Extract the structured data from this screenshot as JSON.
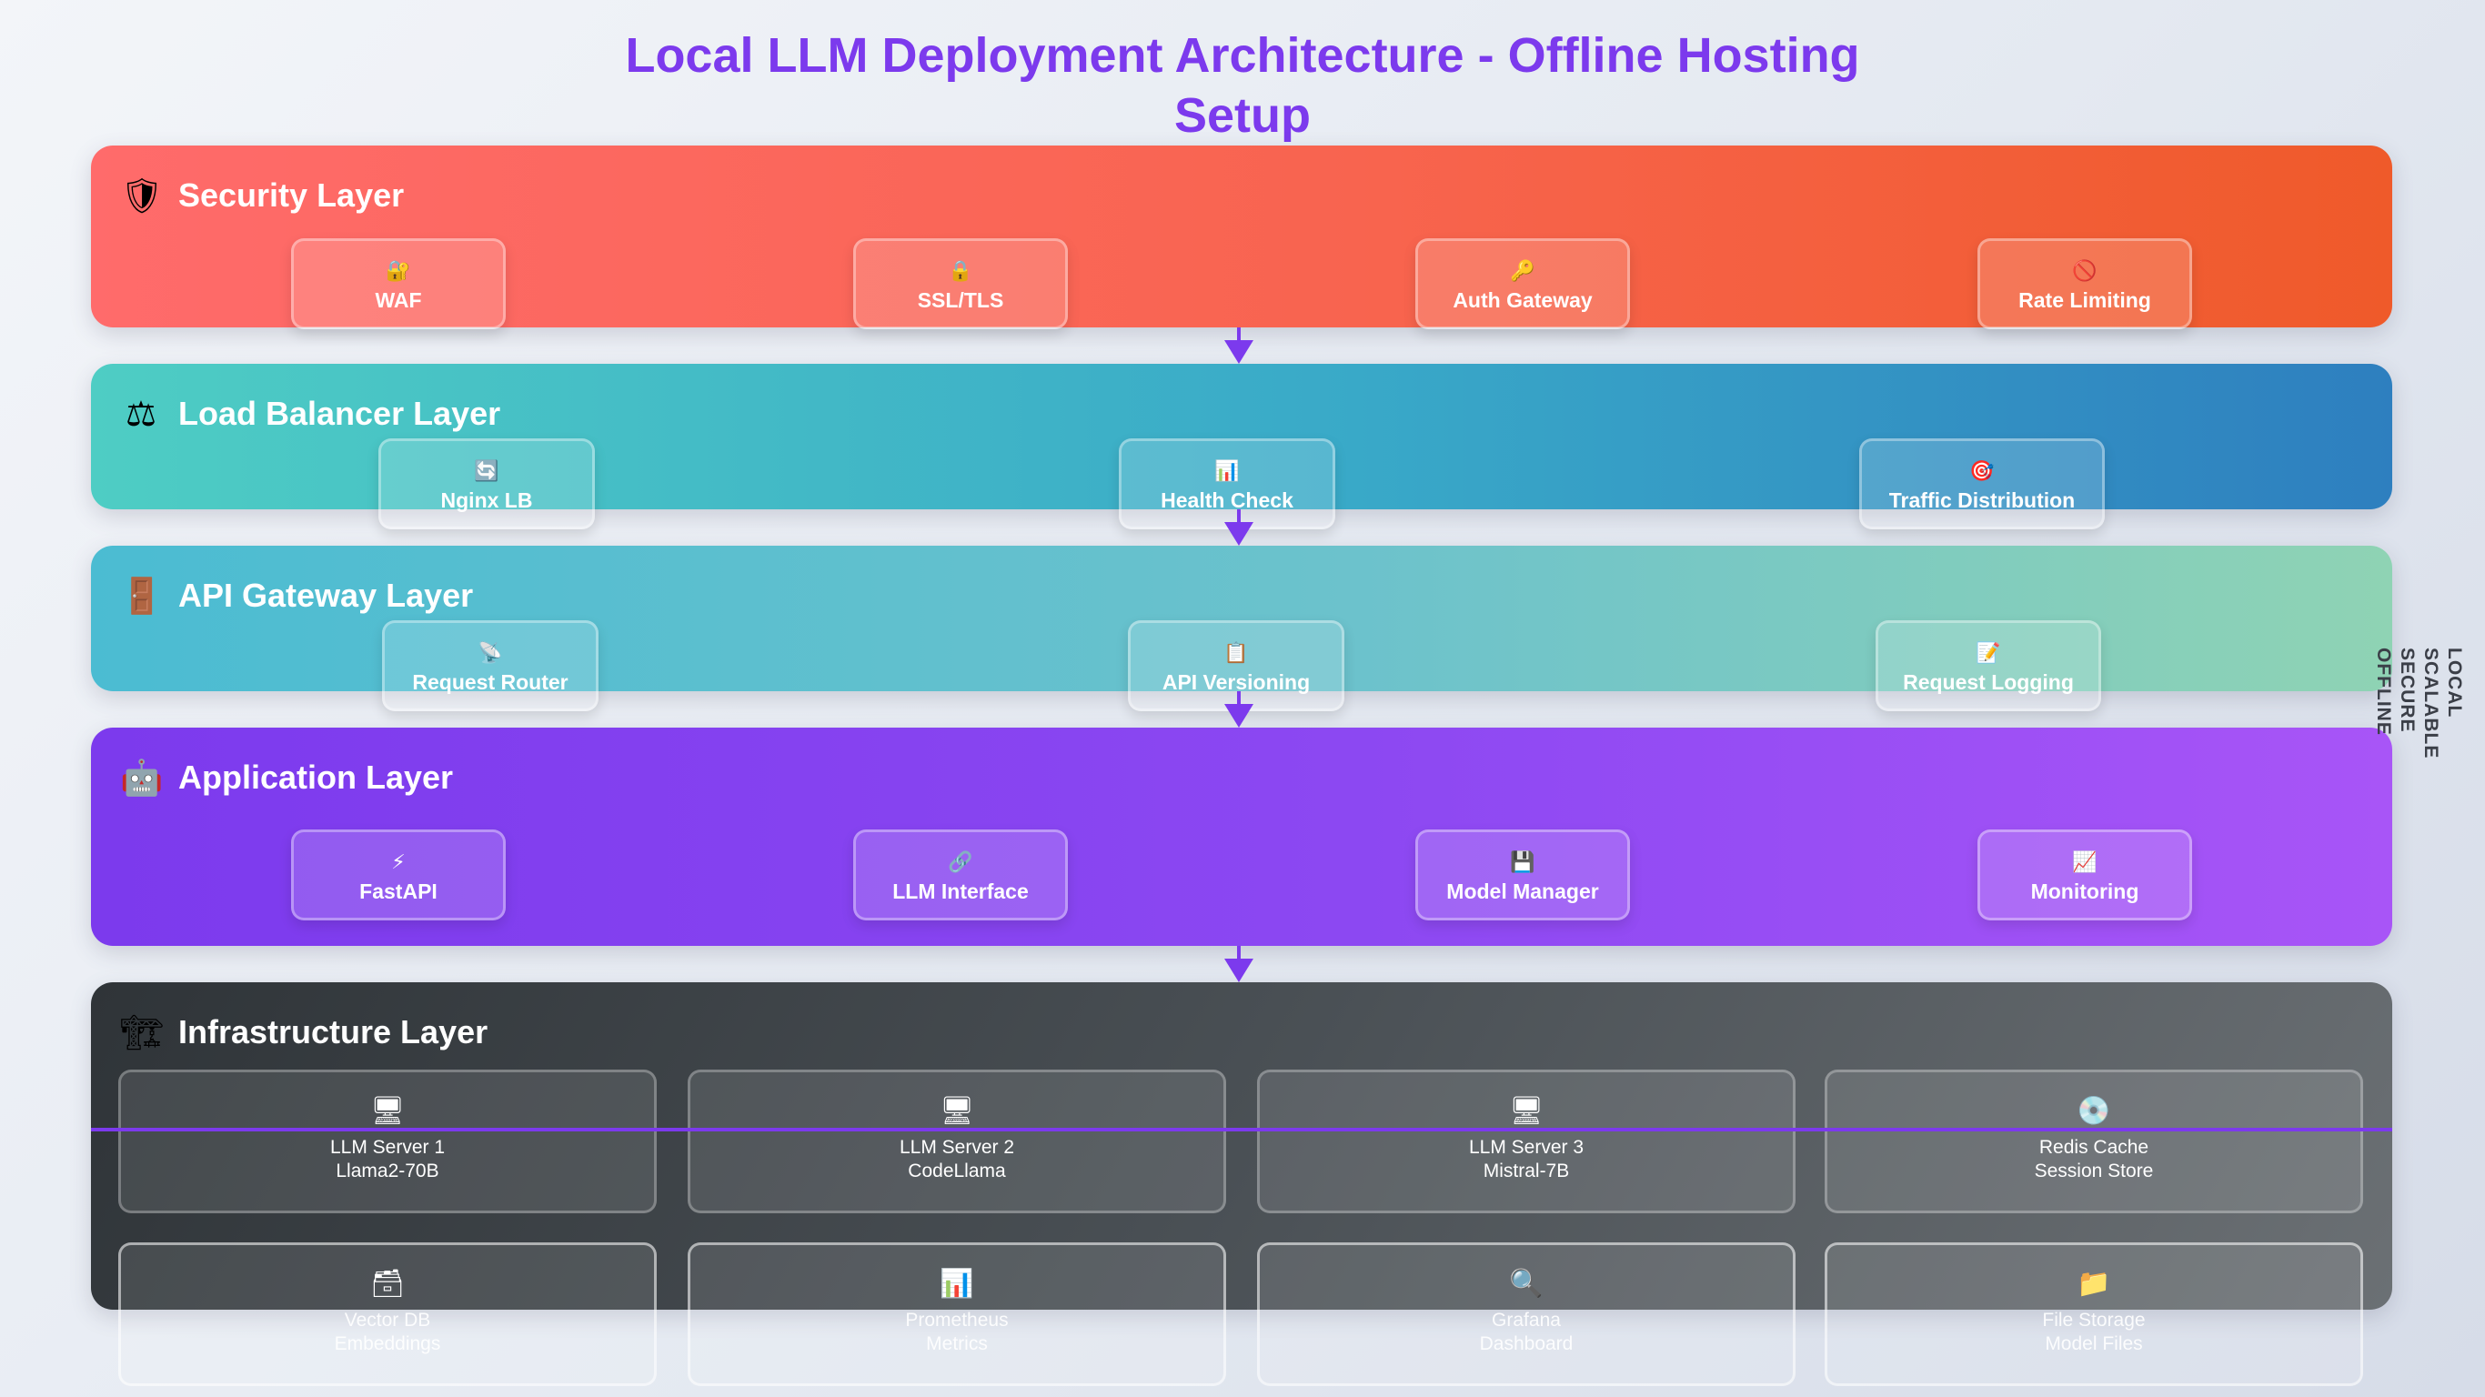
{
  "title_lines": [
    "Local LLM Deployment Architecture - Offline Hosting",
    "Setup"
  ],
  "colors": {
    "accent": "#7c3aed",
    "security": "#ff6b6b",
    "load_balancer": "#4ecdc4",
    "api_gateway": "#4bbcd2",
    "application": "#7c3aed",
    "infrastructure": "#2f3438"
  },
  "layers": {
    "security": {
      "title": "Security Layer",
      "icon": "shield-icon",
      "glyph": "🛡",
      "components": [
        {
          "label": "WAF",
          "icon": "key-lock-icon",
          "glyph": "🔐"
        },
        {
          "label": "SSL/TLS",
          "icon": "lock-icon",
          "glyph": "🔒"
        },
        {
          "label": "Auth Gateway",
          "icon": "key-icon",
          "glyph": "🔑"
        },
        {
          "label": "Rate Limiting",
          "icon": "prohibited-icon",
          "glyph": "🚫"
        }
      ]
    },
    "load_balancer": {
      "title": "Load Balancer Layer",
      "icon": "balance-scale-icon",
      "glyph": "⚖",
      "components": [
        {
          "label": "Nginx LB",
          "icon": "refresh-icon",
          "glyph": "🔄"
        },
        {
          "label": "Health Check",
          "icon": "bar-chart-icon",
          "glyph": "📊"
        },
        {
          "label": "Traffic Distribution",
          "icon": "target-icon",
          "glyph": "🎯"
        }
      ]
    },
    "api_gateway": {
      "title": "API Gateway Layer",
      "icon": "door-icon",
      "glyph": "🚪",
      "components": [
        {
          "label": "Request Router",
          "icon": "satellite-icon",
          "glyph": "📡"
        },
        {
          "label": "API Versioning",
          "icon": "clipboard-icon",
          "glyph": "📋"
        },
        {
          "label": "Request Logging",
          "icon": "memo-icon",
          "glyph": "📝"
        }
      ]
    },
    "application": {
      "title": "Application Layer",
      "icon": "robot-icon",
      "glyph": "🤖",
      "components": [
        {
          "label": "FastAPI",
          "icon": "lightning-icon",
          "glyph": "⚡"
        },
        {
          "label": "LLM Interface",
          "icon": "link-icon",
          "glyph": "🔗"
        },
        {
          "label": "Model Manager",
          "icon": "floppy-disk-icon",
          "glyph": "💾"
        },
        {
          "label": "Monitoring",
          "icon": "trend-chart-icon",
          "glyph": "📈"
        }
      ]
    },
    "infrastructure": {
      "title": "Infrastructure Layer",
      "icon": "crane-icon",
      "glyph": "🏗",
      "servers": [
        {
          "line1": "LLM Server 1",
          "line2": "Llama2-70B",
          "icon": "computer-icon",
          "glyph": "🖥"
        },
        {
          "line1": "LLM Server 2",
          "line2": "CodeLlama",
          "icon": "computer-icon",
          "glyph": "🖥"
        },
        {
          "line1": "LLM Server 3",
          "line2": "Mistral-7B",
          "icon": "computer-icon",
          "glyph": "🖥"
        },
        {
          "line1": "Redis Cache",
          "line2": "Session Store",
          "icon": "disk-icon",
          "glyph": "💿"
        },
        {
          "line1": "Vector DB",
          "line2": "Embeddings",
          "icon": "file-cabinet-icon",
          "glyph": "🗃"
        },
        {
          "line1": "Prometheus",
          "line2": "Metrics",
          "icon": "bar-chart-icon",
          "glyph": "📊"
        },
        {
          "line1": "Grafana",
          "line2": "Dashboard",
          "icon": "magnifier-icon",
          "glyph": "🔍"
        },
        {
          "line1": "File Storage",
          "line2": "Model Files",
          "icon": "folder-icon",
          "glyph": "📁"
        }
      ]
    }
  },
  "side_labels": [
    "LOCAL",
    "SCALABLE",
    "SECURE",
    "OFFLINE"
  ]
}
